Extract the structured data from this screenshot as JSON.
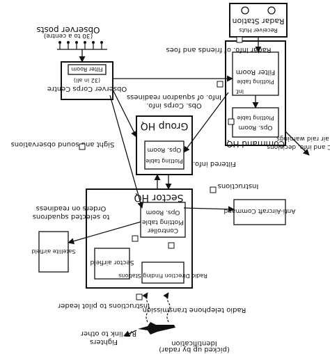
{
  "nodes": {
    "sector_hq": "Sector HQ",
    "sector_ops": "Ops. Room",
    "sector_controller": "Controller",
    "sector_plotting": "Plotting table",
    "sector_radio_df": "Radio Direction Finding Stations",
    "sector_airfield": "Sector airfield",
    "satellite_airfield": "Satellite airfield",
    "group_hq": "Group HQ",
    "group_ops": "Ops. Room",
    "group_plotting": "Plotting table",
    "command_hq": "Command HQ",
    "command_ops": "Ops. Room",
    "command_plotting": "Plotting table",
    "filter_room": "Filter Room",
    "filter_plotting": "Plotting table",
    "filter_inf": "Inf.",
    "aa_command": "Anti-Aircraft Command",
    "observer_centre": "Observer Corps Centre",
    "observer_centre_sub": "(32 in all)",
    "observer_filter": "Filter Room",
    "observer_posts": "Observer posts",
    "observer_posts_sub": "(30 to a centre)",
    "radar": "Radar Station",
    "radar_sub": "Receiver Huts"
  },
  "labels": {
    "identification": "Identification",
    "picked_up": "(picked up by radar)",
    "fighters": "Fighters",
    "rt_link": "R/T link to other",
    "radio_tel": "Radio telephone transmission",
    "pilot_leader": "instructions to pilot leader",
    "orders": "Orders on readiness",
    "to_squadrons": "to selected squadrons",
    "instructions": "Instructions",
    "filtered_info": "Filtered info.",
    "info_readiness": "Info. of squadron readiness",
    "obs_corps": "Obs. Corps info.",
    "sight_sound": "Sight and sound observations",
    "radar_info": "Radar info. of friends and foes",
    "bbc": "to BBC and info. decisions",
    "air_raid": "on air raid warnings"
  }
}
